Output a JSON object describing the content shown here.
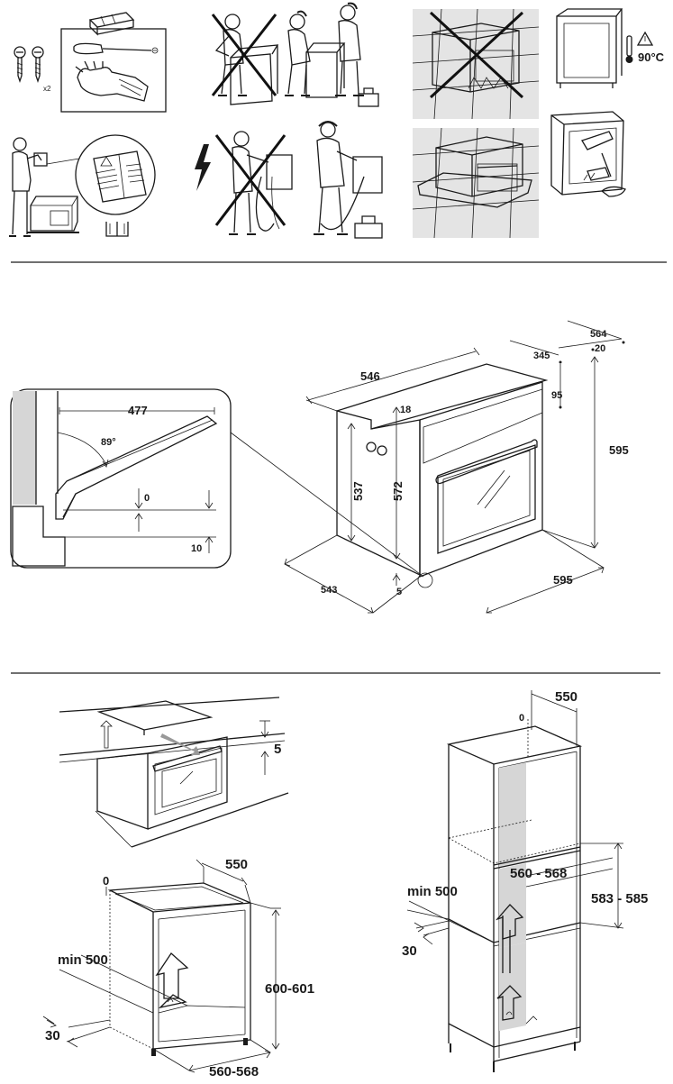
{
  "section1": {
    "screws_qty": "x2",
    "temperature_label": "90°C"
  },
  "section2": {
    "detail": {
      "width_477": "477",
      "angle_89": "89°",
      "gap_0": "0",
      "gap_10": "10"
    },
    "oven": {
      "depth_546": "546",
      "depth_564": "564",
      "dim_345": "345",
      "dim_20": "20",
      "dim_95": "95",
      "dim_18": "18",
      "dim_537": "537",
      "dim_572": "572",
      "height_595": "595",
      "width_595": "595",
      "depth_543": "543",
      "dim_5": "5"
    }
  },
  "section3": {
    "under_counter": {
      "gap_5": "5",
      "depth_550": "550",
      "zero": "0",
      "min_500": "min 500",
      "dim_30": "30",
      "height_600_601": "600-601",
      "width_560_568": "560-568"
    },
    "column": {
      "depth_550": "550",
      "zero": "0",
      "width_560_568": "560 - 568",
      "height_583_585": "583 - 585",
      "min_500": "min 500",
      "dim_30": "30"
    }
  },
  "colors": {
    "line": "#1a1a1a",
    "tile": "#e4e4e4",
    "shade": "#d6d6d6",
    "insulation": "#c8b89a"
  }
}
